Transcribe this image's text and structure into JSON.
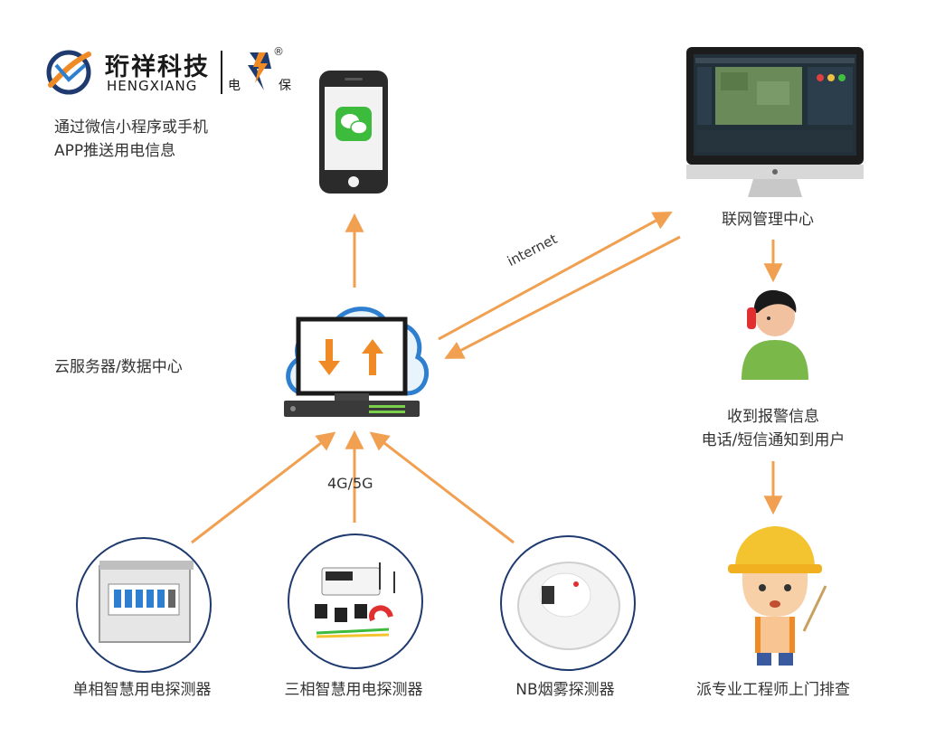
{
  "logo": {
    "company_cn": "珩祥科技",
    "company_en": "HENGXIANG",
    "brand_left": "电",
    "brand_right": "保",
    "registered": "®"
  },
  "phone": {
    "caption_line1": "通过微信小程序或手机",
    "caption_line2": "APP推送用电信息"
  },
  "cloud": {
    "label": "云服务器/数据中心"
  },
  "monitor": {
    "label": "联网管理中心"
  },
  "links": {
    "internet": "internet",
    "network": "4G/5G"
  },
  "operator": {
    "line1": "收到报警信息",
    "line2": "电话/短信通知到用户"
  },
  "engineer": {
    "label": "派专业工程师上门排查"
  },
  "devices": [
    {
      "label": "单相智慧用电探测器"
    },
    {
      "label": "三相智慧用电探测器"
    },
    {
      "label": "NB烟雾探测器"
    }
  ],
  "colors": {
    "arrow": "#f0a050",
    "accent_orange": "#f08a24",
    "cloud_blue": "#2f7fd0",
    "wechat_green": "#3dbb3d",
    "navy": "#1e3a6e"
  }
}
